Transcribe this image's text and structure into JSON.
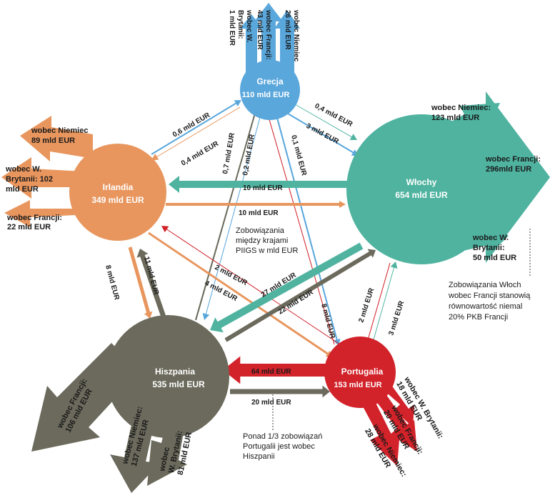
{
  "colors": {
    "grecja": "#5aa7dc",
    "irlandia": "#e8965e",
    "wlochy": "#4fb3a0",
    "hiszpania": "#6b6a5c",
    "portugalia": "#d2222a"
  },
  "countries": {
    "grecja": {
      "name": "Grecja",
      "value": "110 mld EUR"
    },
    "irlandia": {
      "name": "Irlandia",
      "value": "349 mld EUR"
    },
    "wlochy": {
      "name": "Włochy",
      "value": "654 mld EUR"
    },
    "hiszpania": {
      "name": "Hiszpania",
      "value": "535 mld EUR"
    },
    "portugalia": {
      "name": "Portugalia",
      "value": "153 mld EUR"
    }
  },
  "external": {
    "grecja": [
      {
        "text": [
          "wobec Niemiec",
          "26 mld EUR"
        ]
      },
      {
        "text": [
          "wobec Francji:",
          "43 mld EUR"
        ]
      },
      {
        "text": [
          "wobec W.",
          "Brytanii:",
          "1  mld EUR"
        ]
      }
    ],
    "irlandia": [
      {
        "text": [
          "wobec Niemiec",
          "89 mld EUR"
        ]
      },
      {
        "text": [
          "wobec W.",
          "Brytanii: 102",
          "mld EUR"
        ]
      },
      {
        "text": [
          "wobec Francji:",
          "22 mld EUR"
        ]
      }
    ],
    "wlochy": [
      {
        "text": [
          "wobec Niemiec:",
          "123 mld EUR"
        ]
      },
      {
        "text": [
          "wobec Francji:",
          "296mld EUR"
        ]
      },
      {
        "text": [
          "wobec W.",
          "Brytanii:",
          "50 mld EUR"
        ]
      }
    ],
    "hiszpania": [
      {
        "text": [
          "wobec Francji:",
          "106 mld EUR"
        ]
      },
      {
        "text": [
          "wobec Niemiec:",
          "137 mld EUR"
        ]
      },
      {
        "text": [
          "wobec",
          "W. Brytanii:",
          "81 mld EUR"
        ]
      }
    ],
    "portugalia": [
      {
        "text": [
          "wobec W. Brytanii:",
          "18 mld EUR"
        ]
      },
      {
        "text": [
          "wobec Francji:",
          "20 mld EUR"
        ]
      },
      {
        "text": [
          "wobec Niemiec:",
          "28 mld EUR"
        ]
      }
    ]
  },
  "flows": {
    "gr_ir": "0,6 mld EUR",
    "ir_gr": "0,4 mld EUR",
    "gr_wl": "0,4 mld EUR",
    "wl_gr": "3 mld EUR",
    "hi_gr": "0,7 mld EUR",
    "gr_hi": "0,2 mld EUR",
    "gr_po": "0,1 mld EUR",
    "po_gr": "8 mld EUR",
    "wl_ir": "10  mld EUR",
    "ir_wl": "10  mld EUR",
    "ir_hi": "8 mld EUR",
    "hi_ir": "11 mld EUR",
    "po_ir": "2 mld EUR",
    "ir_po": "4 mld EUR",
    "wl_hi": "27 mld EUR",
    "hi_wl": "22 mld EUR",
    "po_wl": "2 mld EUR",
    "wl_po": "3 mld EUR",
    "po_hi": "64 mld EUR",
    "hi_po": "20 mld EUR"
  },
  "notes": {
    "center": [
      "Zobowiązania",
      "między krajami",
      "PIIGS w mld EUR"
    ],
    "wlochy": [
      "Zobowiązania Włoch",
      "wobec Francji stanowią",
      "równowartość niemal",
      "20% PKB Francji"
    ],
    "portugalia": [
      "Ponad 1/3 zobowiązań",
      "Portugalii jest wobec",
      "Hiszpanii"
    ]
  }
}
